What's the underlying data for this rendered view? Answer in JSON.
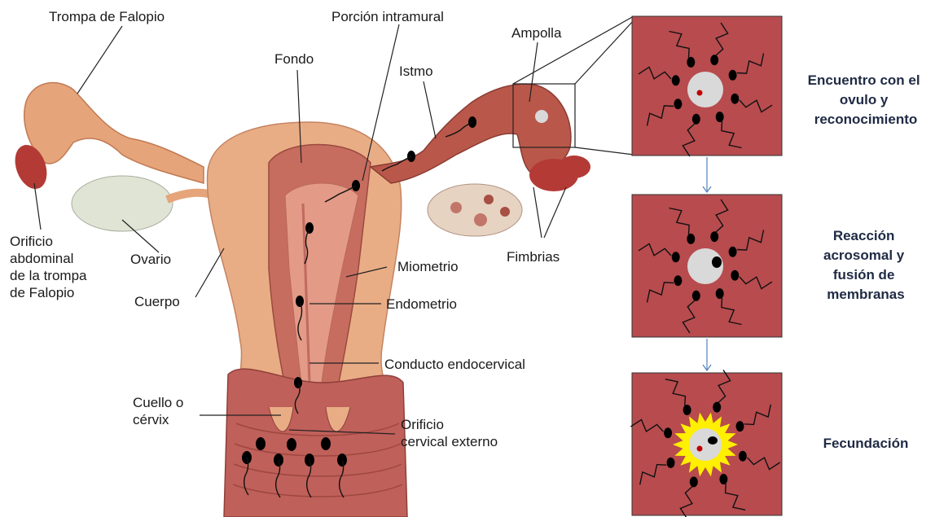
{
  "labels": {
    "trompa": "Trompa de Falopio",
    "porcion": "Porción intramural",
    "ampolla": "Ampolla",
    "fondo": "Fondo",
    "istmo": "Istmo",
    "orificio_abd": [
      "Orificio",
      "abdominal",
      "de la trompa",
      "de Falopio"
    ],
    "ovario": "Ovario",
    "cuerpo": "Cuerpo",
    "miometrio": "Miometrio",
    "endometrio": "Endometrio",
    "fimbrias": "Fimbrias",
    "conducto": "Conducto endocervical",
    "cuello": [
      "Cuello o",
      "cérvix"
    ],
    "orificio_cerv": [
      "Orificio",
      "cervical externo"
    ]
  },
  "stages": [
    {
      "lines": [
        "Encuentro con el",
        "ovulo y",
        "reconocimiento"
      ]
    },
    {
      "lines": [
        "Reacción",
        "acrosomal y",
        "fusión de",
        "membranas"
      ]
    },
    {
      "lines": [
        "Fecundación"
      ]
    }
  ],
  "colors": {
    "panel": "#b74b4e",
    "ovum": "#d9d9d9",
    "nucleus": "#c00000",
    "flash": "#ffef00",
    "uterus": "#e9ad86",
    "tissue": "#c76d5f",
    "arrow": "#4f81bd"
  }
}
